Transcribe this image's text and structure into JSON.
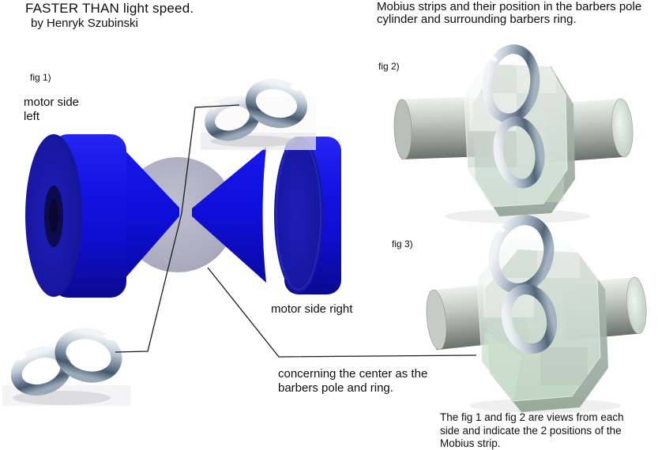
{
  "title": "FASTER THAN light speed.",
  "byline": "by Henryk Szubinski",
  "right_caption": "Mobius strips and their position in the barbers pole\ncylinder and surrounding barbers ring.",
  "fig1": {
    "label": "fig 1)",
    "motor_side_left": "motor side\nleft",
    "motor_side_right": "motor side right",
    "center_note": "concerning the center as the\nbarbers pole and ring."
  },
  "fig2": {
    "label": "fig 2)"
  },
  "fig3": {
    "label": "fig 3)"
  },
  "footnote": "The fig 1 and fig 2 are views from each\nside and indicate the 2 positions of the\nMobius strip.",
  "colors": {
    "drum_blue_bright": "#1414e4",
    "drum_blue_dark": "#0a0a96",
    "drum_face_navy": "#15159e",
    "drum_hole_navy": "#0b0b4e",
    "sphere_gray": "#a8a8bc",
    "chrome_light": "#f0f4f7",
    "chrome_mid": "#7e90a3",
    "chrome_dark": "#46586d",
    "metal_gray_light": "#eef1ee",
    "metal_gray_dark": "#646a65",
    "disc_green_tint": "#cfe0d2",
    "connector_line": "#1c1c1c",
    "background": "#ffffff"
  }
}
